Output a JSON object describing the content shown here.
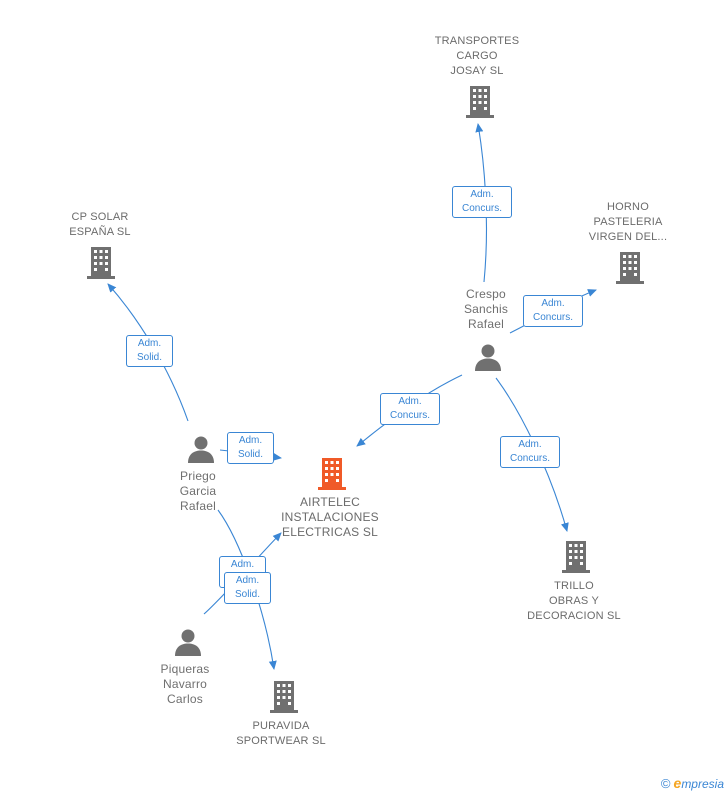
{
  "colors": {
    "edge": "#3a86d4",
    "icon": "#707070",
    "focus": "#f05a28"
  },
  "nodes": {
    "airtelec": {
      "label": "AIRTELEC\nINSTALACIONES\nELECTRICAS SL",
      "icon": "building-icon-highlight"
    },
    "transportes": {
      "label": "TRANSPORTES\nCARGO\nJOSAY SL",
      "icon": "building-icon"
    },
    "horno": {
      "label": "HORNO\nPASTELERIA\nVIRGEN DEL...",
      "icon": "building-icon"
    },
    "cpsolar": {
      "label": "CP SOLAR\nESPAÑA SL",
      "icon": "building-icon"
    },
    "trillo": {
      "label": "TRILLO\nOBRAS Y\nDECORACION SL",
      "icon": "building-icon"
    },
    "puravida": {
      "label": "PURAVIDA\nSPORTWEAR SL",
      "icon": "building-icon"
    },
    "crespo": {
      "label": "Crespo\nSanchis\nRafael",
      "icon": "person-icon"
    },
    "priego": {
      "label": "Priego\nGarcia\nRafael",
      "icon": "person-icon"
    },
    "piqueras": {
      "label": "Piqueras\nNavarro\nCarlos",
      "icon": "person-icon"
    }
  },
  "edges": {
    "crespo_transportes": "Adm.\nConcurs.",
    "crespo_horno": "Adm.\nConcurs.",
    "crespo_airtelec": "Adm.\nConcurs.",
    "crespo_trillo": "Adm.\nConcurs.",
    "priego_cpsolar": "Adm.\nSolid.",
    "priego_airtelec": "Adm.\nSolid.",
    "piqueras_airtelec": "Adm.\nSolid.",
    "priego_puravida": "Adm.\nSolid."
  },
  "watermark": {
    "copyright": "©",
    "brand_initial": "e",
    "brand_rest": "mpresia"
  }
}
